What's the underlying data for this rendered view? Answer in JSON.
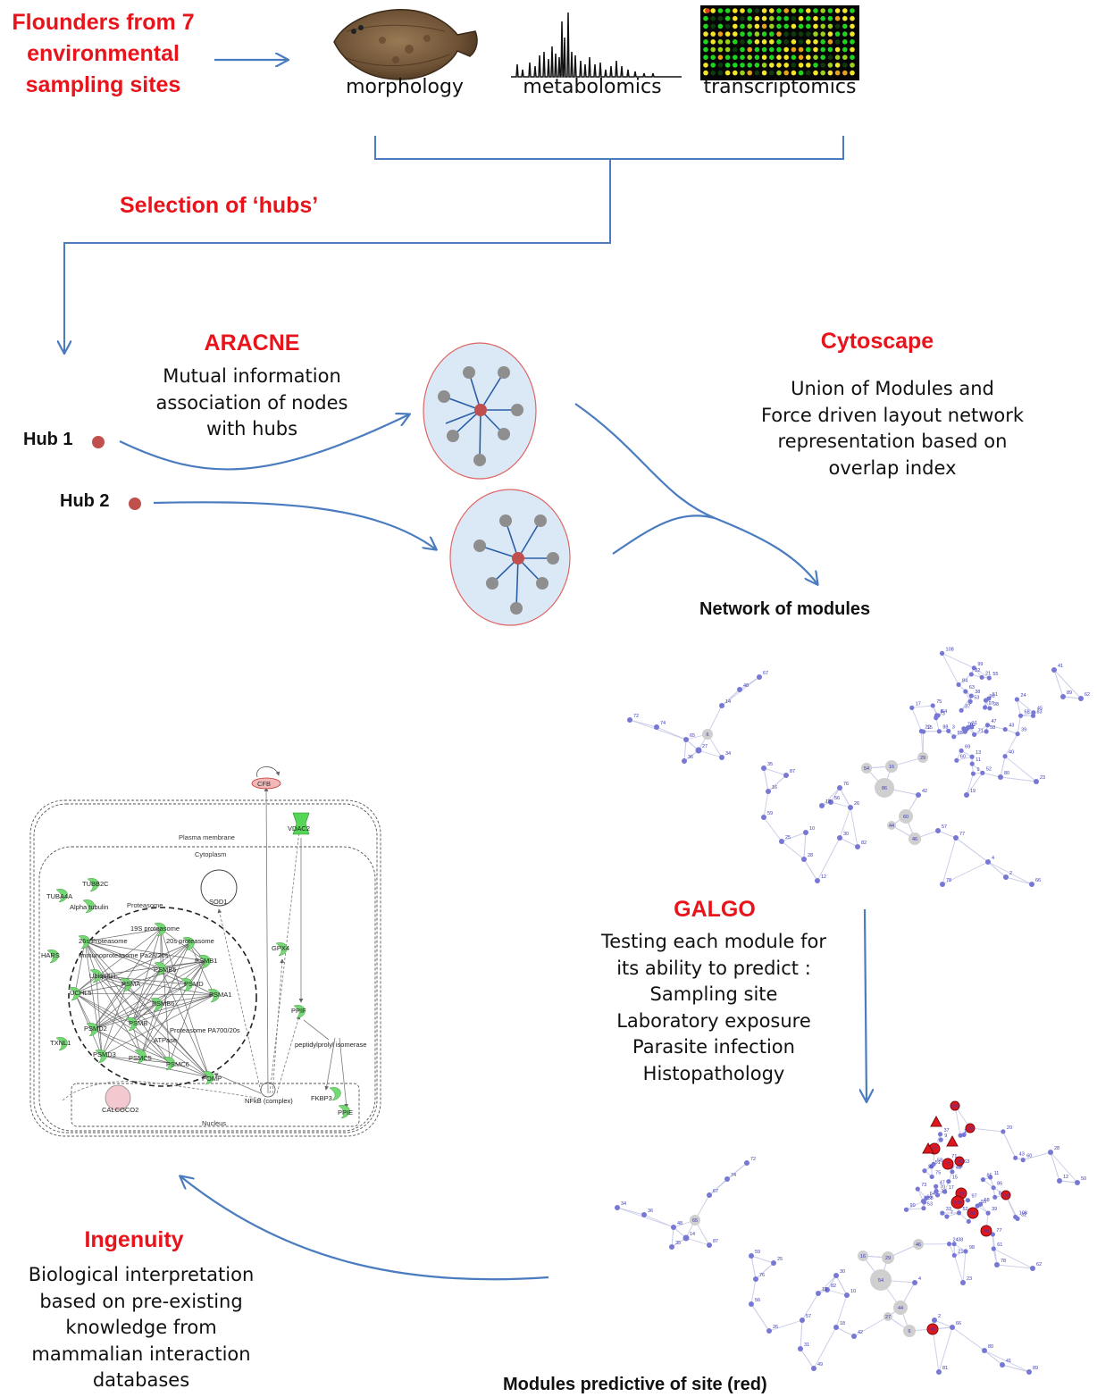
{
  "top": {
    "title_line1": "Flounders from 7",
    "title_line2": "environmental",
    "title_line3": "sampling sites",
    "captions": [
      "morphology",
      "metabolomics",
      "transcriptomics"
    ]
  },
  "selection": {
    "label": "Selection of ‘hubs’"
  },
  "aracne": {
    "title": "ARACNE",
    "desc_line1": "Mutual information",
    "desc_line2": "association of nodes",
    "desc_line3": "with hubs",
    "hub1": "Hub 1",
    "hub2": "Hub 2"
  },
  "cytoscape": {
    "title": "Cytoscape",
    "line1": "Union of Modules and",
    "line2": "Force driven layout network",
    "line3": "representation based on",
    "line4": "overlap index",
    "network_label": "Network of modules"
  },
  "galgo": {
    "title": "GALGO",
    "line1": "Testing each module for",
    "line2": "its ability to predict :",
    "line3": "Sampling site",
    "line4": "Laboratory exposure",
    "line5": "Parasite infection",
    "line6": "Histopathology",
    "predictive_label": "Modules predictive of site (red)"
  },
  "ingenuity": {
    "title": "Ingenuity",
    "line1": "Biological interpretation",
    "line2": "based on pre-existing",
    "line3": "knowledge from",
    "line4": "mammalian interaction",
    "line5": "databases"
  },
  "pathway": {
    "plasma_membrane": "Plasma membrane",
    "cytoplasm": "Cytoplasm",
    "nucleus": "Nucleus",
    "proteasome": "Proteasome",
    "nodes": {
      "cfb": "CFB",
      "vdac2": "VDAC2",
      "tubb2c": "TUBB2C",
      "tuba4a": "TUBA4A",
      "alpha_tubulin": "Alpha tubulin",
      "sod1": "SOD1",
      "s19": "19S proteasome",
      "s26": "26s Proteasome",
      "s20": "20s proteasome",
      "immuno": "Immunoproteasome Pa28/20s",
      "hars": "HARS",
      "ubiquitin": "Ubiquitin",
      "psmb5": "PSMB5",
      "psmb1": "PSMB1",
      "gpx4": "GPX4",
      "uchl5": "UCHL5",
      "psma": "PSMA",
      "psmd": "PSMD",
      "psma1": "PSMA1",
      "psmb6": "PSMB6",
      "psmd2": "PSMD2",
      "psmb": "PSMB",
      "atpase": "ATPase",
      "pa700": "Proteasome PA700/20s",
      "ppif": "PPIF",
      "peptidyl": "peptidylprolyl isomerase",
      "txnl1": "TXNL1",
      "psmd3": "PSMD3",
      "psmc5": "PSMC5",
      "psmc6": "PSMC6",
      "pomp": "POMP",
      "fkbp3": "FKBP3",
      "ppie": "PPIE",
      "calcoco2": "CALCOCO2",
      "nfkb": "NFkB (complex)"
    }
  },
  "network_top_labels": [
    "73",
    "68",
    "47",
    "69",
    "108",
    "51",
    "83",
    "45",
    "99",
    "97",
    "60",
    "39",
    "85",
    "24",
    "40",
    "53",
    "71",
    "61",
    "13",
    "75",
    "98",
    "70",
    "58",
    "33",
    "32",
    "3",
    "55",
    "17",
    "84",
    "22",
    "9",
    "11",
    "88",
    "90",
    "64",
    "52",
    "63",
    "38",
    "20",
    "43",
    "1",
    "15",
    "7",
    "5",
    "37",
    "21",
    "86",
    "54",
    "16",
    "29",
    "60",
    "46",
    "44",
    "6",
    "27",
    "65",
    "14",
    "48",
    "67",
    "74",
    "72",
    "36",
    "34",
    "35",
    "87",
    "16",
    "59",
    "25",
    "76",
    "56",
    "26",
    "30",
    "82",
    "10",
    "18",
    "42",
    "57",
    "77",
    "19",
    "4",
    "2",
    "66",
    "23",
    "80",
    "41",
    "89",
    "62",
    "78",
    "28",
    "12",
    "50",
    "81",
    "31",
    "49",
    "100",
    "79"
  ],
  "network_bottom_labels": [
    "73",
    "68",
    "69",
    "108",
    "51",
    "24",
    "40",
    "47",
    "45",
    "99",
    "97",
    "60",
    "39",
    "85",
    "53",
    "71",
    "61",
    "13",
    "75",
    "77",
    "33",
    "32",
    "98",
    "70",
    "58",
    "3",
    "55",
    "17",
    "84",
    "9",
    "11",
    "88",
    "90",
    "64",
    "52",
    "63",
    "38",
    "20",
    "43",
    "1",
    "15",
    "7",
    "5",
    "37",
    "21",
    "86",
    "54",
    "16",
    "29",
    "46",
    "44",
    "6",
    "27",
    "65",
    "14",
    "48",
    "67",
    "74",
    "72",
    "36",
    "34",
    "35",
    "87",
    "59",
    "25",
    "76",
    "56",
    "26",
    "30",
    "82",
    "10",
    "18",
    "42",
    "57",
    "19",
    "4",
    "2",
    "66",
    "23",
    "80",
    "41",
    "89",
    "62",
    "78",
    "28",
    "12",
    "50",
    "81",
    "31",
    "49",
    "100",
    "79"
  ]
}
